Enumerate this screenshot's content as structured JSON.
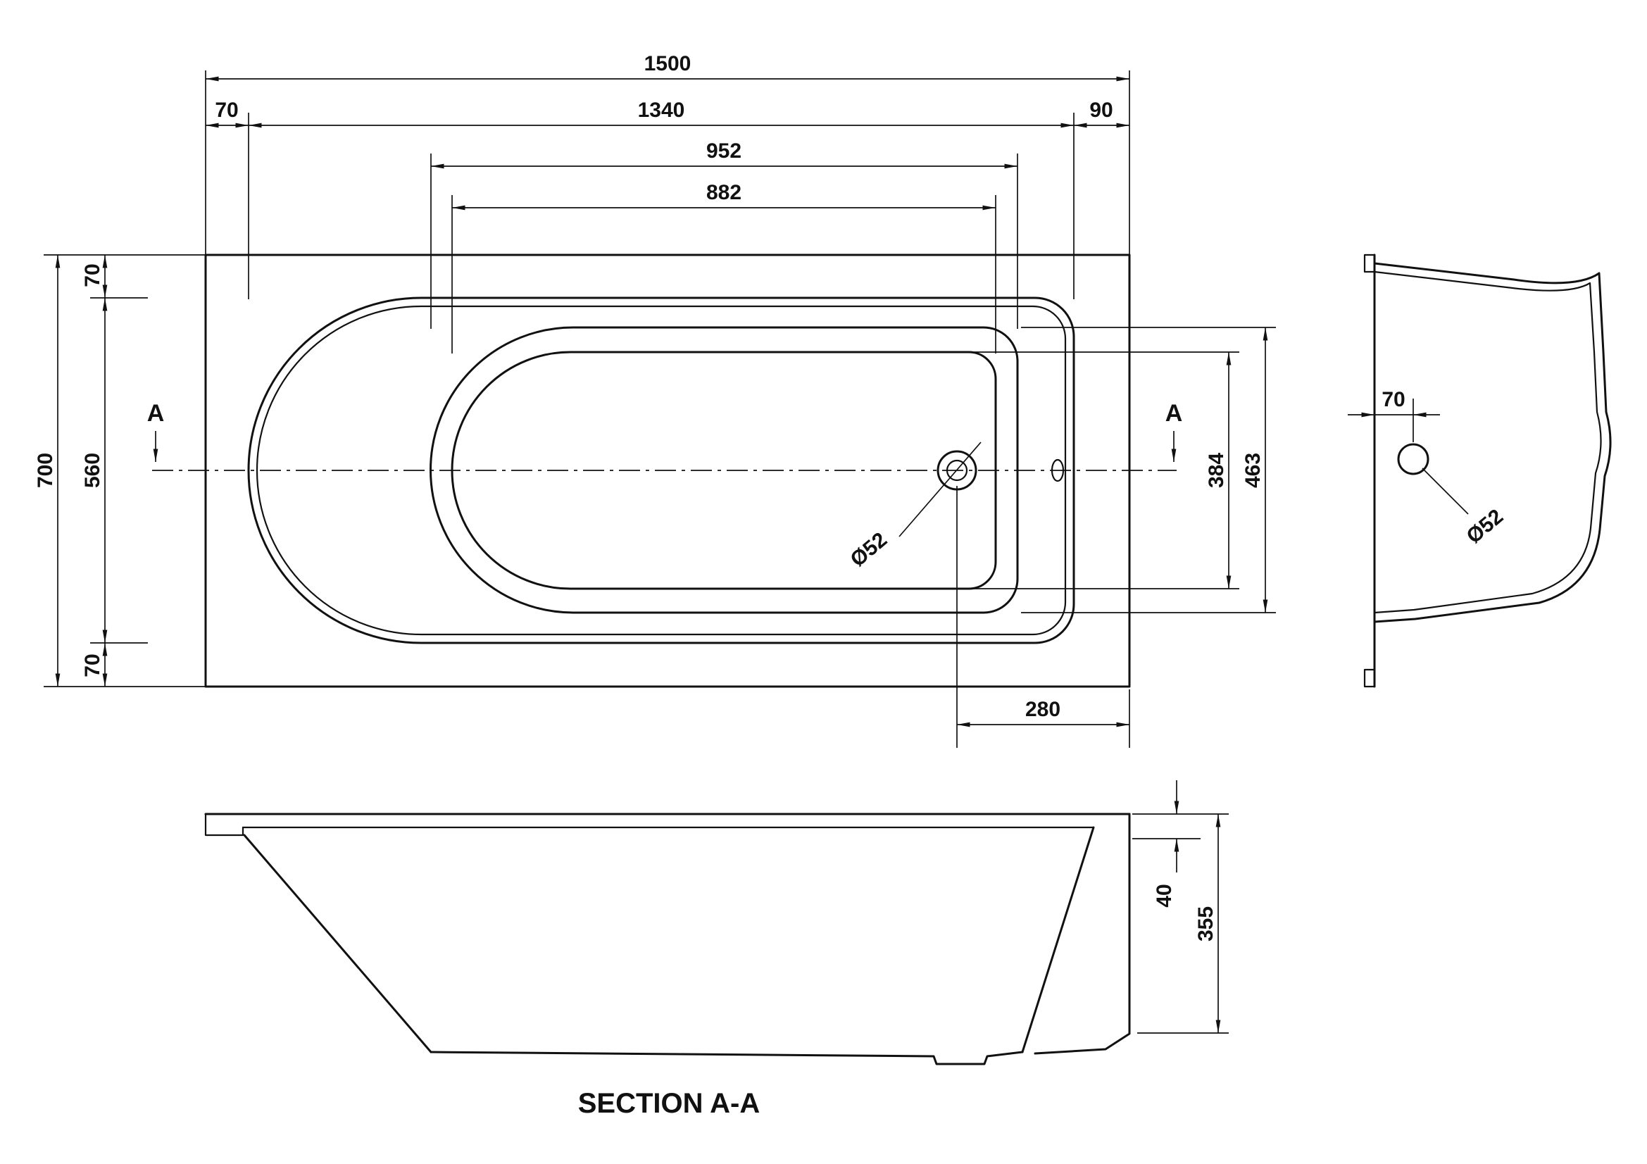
{
  "drawing": {
    "plan": {
      "dim_overall_length": "1500",
      "dim_left_inset": "70",
      "dim_rim_length": "1340",
      "dim_right_inset": "90",
      "dim_basin_length": "952",
      "dim_floor_length": "882",
      "dim_overall_width": "700",
      "dim_top_inset": "70",
      "dim_rim_width": "560",
      "dim_bottom_inset": "70",
      "dim_floor_width": "384",
      "dim_basin_width": "463",
      "dim_waste_from_end": "280",
      "waste_diameter": "Ø52",
      "section_marker_left": "A",
      "section_marker_right": "A"
    },
    "end_view": {
      "dim_waste_offset": "70",
      "waste_diameter": "Ø52"
    },
    "section": {
      "dim_rim_drop": "40",
      "dim_overall_depth": "355",
      "title": "SECTION A-A"
    }
  }
}
